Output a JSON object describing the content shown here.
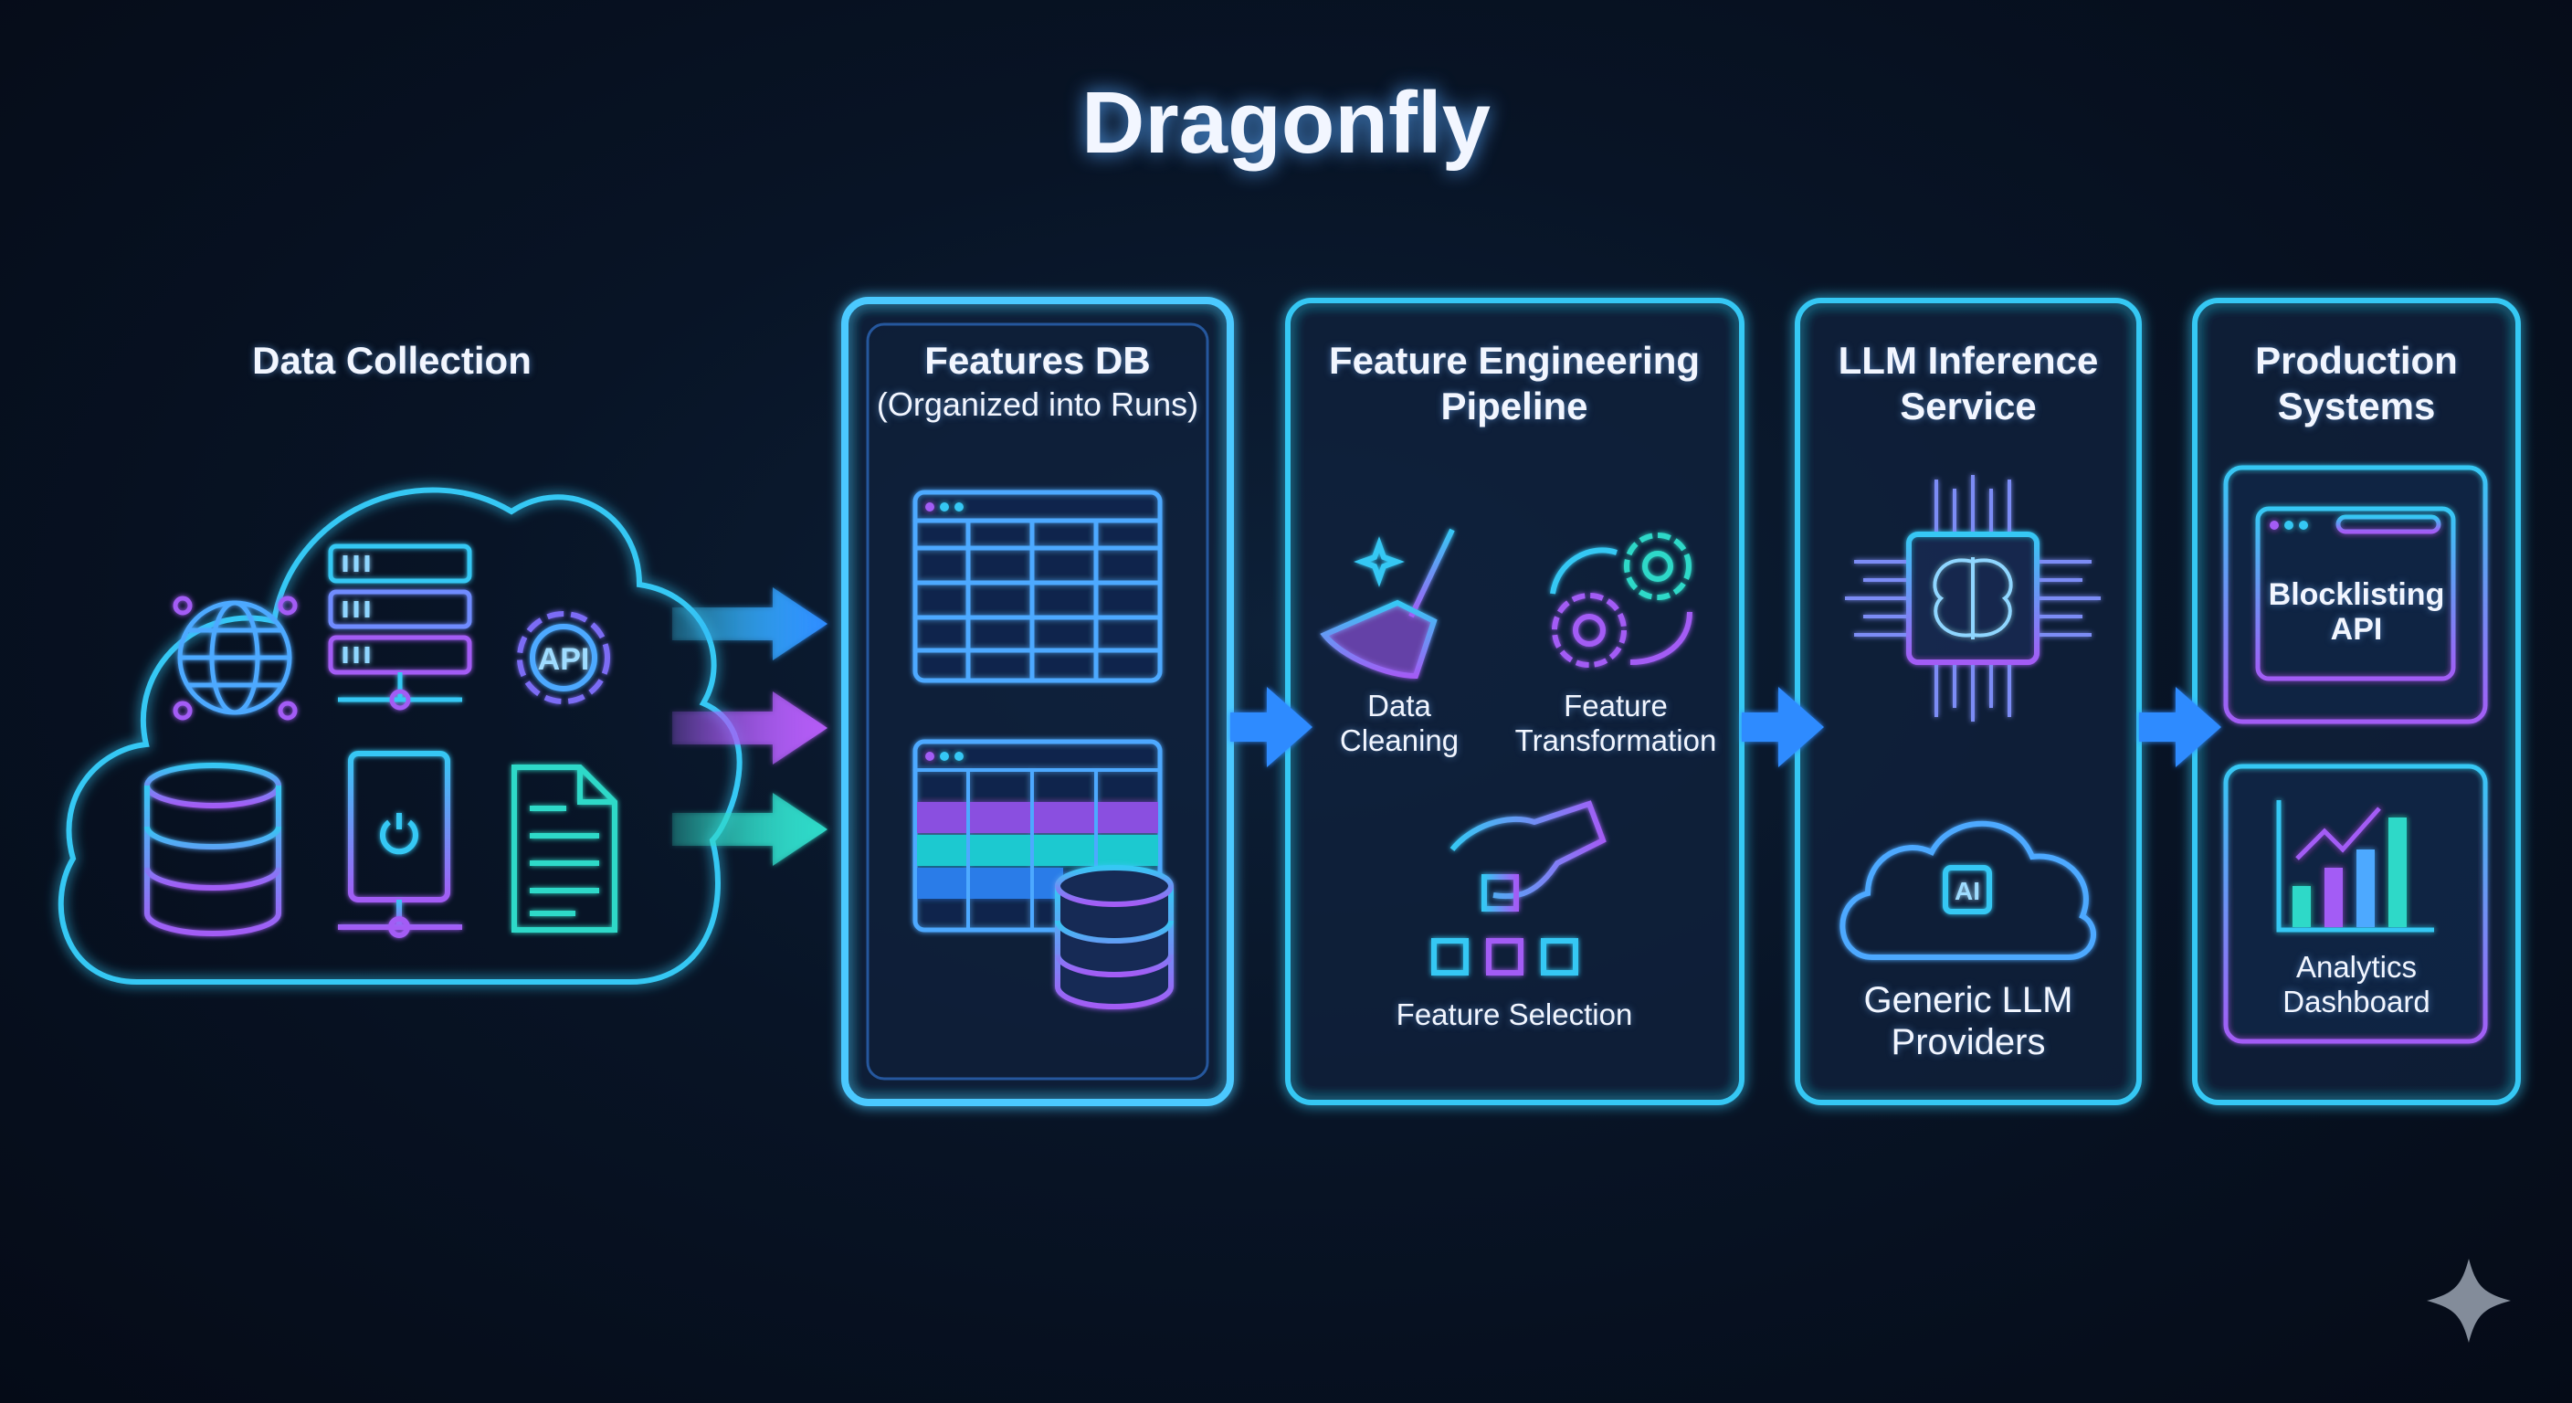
{
  "title": "Dragonfly",
  "colors": {
    "cyan": "#36c8f4",
    "blue": "#2f8bff",
    "purple": "#a35cf5",
    "teal": "#2fd9c8",
    "bg": "#07111f"
  },
  "stages": {
    "data_collection": {
      "title": "Data Collection",
      "icons": [
        "globe-network-icon",
        "server-rack-icon",
        "api-gear-icon",
        "database-icon",
        "power-server-icon",
        "document-icon"
      ]
    },
    "features_db": {
      "title": "Features DB",
      "subtitle": "(Organized into Runs)"
    },
    "feature_engineering": {
      "title_line1": "Feature Engineering",
      "title_line2": "Pipeline",
      "steps": {
        "cleaning_line1": "Data",
        "cleaning_line2": "Cleaning",
        "transformation_line1": "Feature",
        "transformation_line2": "Transformation",
        "selection": "Feature Selection"
      }
    },
    "llm_inference": {
      "title_line1": "LLM Inference",
      "title_line2": "Service",
      "providers_line1": "Generic LLM",
      "providers_line2": "Providers",
      "ai_badge": "AI"
    },
    "production": {
      "title_line1": "Production",
      "title_line2": "Systems",
      "blocklisting_line1": "Blocklisting",
      "blocklisting_line2": "API",
      "analytics_line1": "Analytics",
      "analytics_line2": "Dashboard"
    }
  },
  "api_badge": "API"
}
